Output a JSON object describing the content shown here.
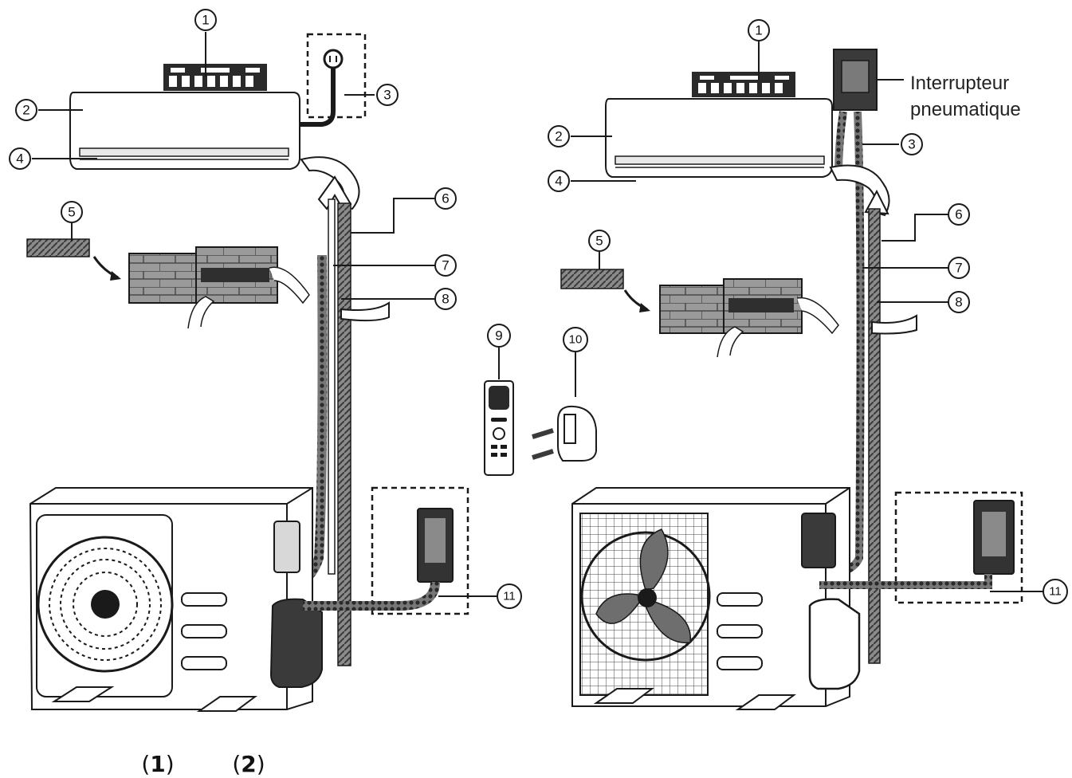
{
  "callout_numbers": [
    "1",
    "2",
    "3",
    "4",
    "5",
    "6",
    "7",
    "8",
    "9",
    "10",
    "11"
  ],
  "right_diagram": {
    "switch_label_line1": "Interrupteur",
    "switch_label_line2": "pneumatique"
  },
  "captions": {
    "left": "1",
    "right": "2"
  },
  "colors": {
    "line": "#1a1a1a",
    "dark_fill": "#3a3a3a",
    "mid_fill": "#6b6b6b",
    "light_fill": "#bdbdbd",
    "background": "#ffffff"
  }
}
